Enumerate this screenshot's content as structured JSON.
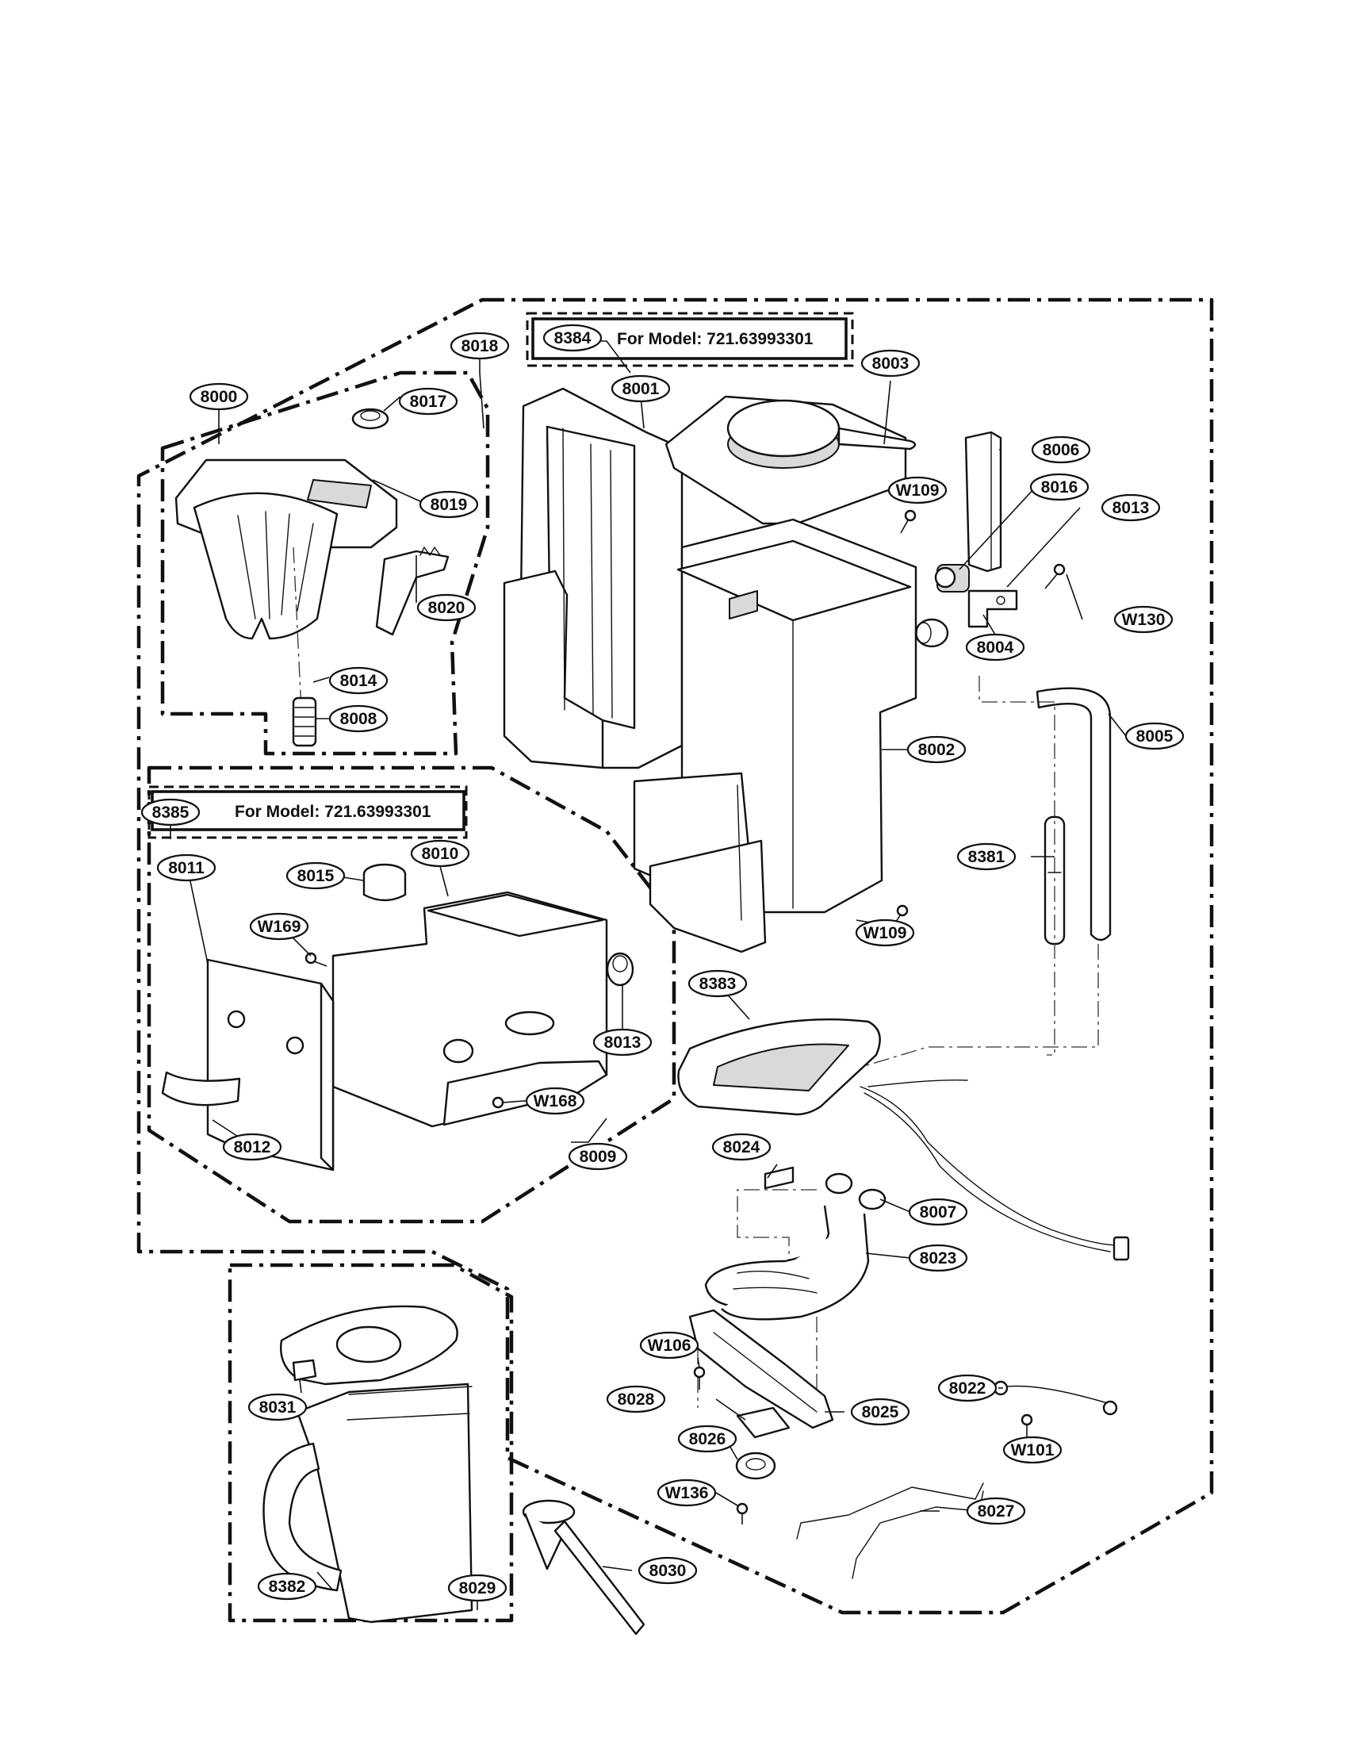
{
  "callouts": {
    "c8000": "8000",
    "c8001": "8001",
    "c8002": "8002",
    "c8003": "8003",
    "c8004": "8004",
    "c8005": "8005",
    "c8006": "8006",
    "c8007": "8007",
    "c8008": "8008",
    "c8009": "8009",
    "c8010": "8010",
    "c8011": "8011",
    "c8012": "8012",
    "c8013a": "8013",
    "c8013b": "8013",
    "c8014": "8014",
    "c8015": "8015",
    "c8016": "8016",
    "c8017": "8017",
    "c8018": "8018",
    "c8019": "8019",
    "c8020": "8020",
    "c8022": "8022",
    "c8023": "8023",
    "c8024": "8024",
    "c8025": "8025",
    "c8026": "8026",
    "c8027": "8027",
    "c8028": "8028",
    "c8029": "8029",
    "c8030": "8030",
    "c8031": "8031",
    "c8381": "8381",
    "c8382": "8382",
    "c8383": "8383",
    "c8384": "8384",
    "c8385": "8385",
    "cW101": "W101",
    "cW106": "W106",
    "cW109a": "W109",
    "cW109b": "W109",
    "cW130": "W130",
    "cW136": "W136",
    "cW168": "W168",
    "cW169": "W169"
  },
  "model_notes": {
    "note_8384": "For  Model: 721.63993301",
    "note_8385": "For  Model: 721.63993301"
  }
}
